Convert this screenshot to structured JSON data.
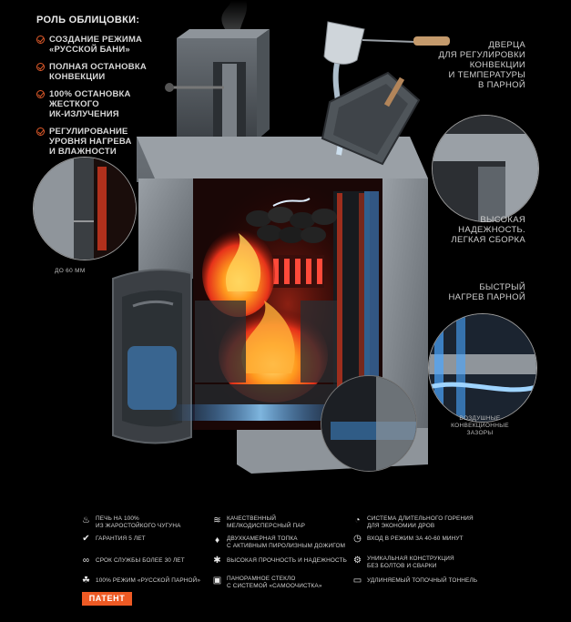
{
  "heading": "РОЛЬ ОБЛИЦОВКИ:",
  "roles": [
    "СОЗДАНИЕ РЕЖИМА\n«РУССКОЙ БАНИ»",
    "ПОЛНАЯ ОСТАНОВКА\nКОНВЕКЦИИ",
    "100% ОСТАНОВКА\nЖЕСТКОГО\nИК-ИЗЛУЧЕНИЯ",
    "РЕГУЛИРОВАНИЕ\nУРОВНЯ НАГРЕВА\nИ ВЛАЖНОСТИ"
  ],
  "callouts": {
    "door": "ДВЕРЦА\nДЛЯ РЕГУЛИРОВКИ\nКОНВЕКЦИИ\nИ ТЕМПЕРАТУРЫ\nВ ПАРНОЙ",
    "reliability": "ВЫСОКАЯ\nНАДЕЖНОСТЬ.\nЛЕГКАЯ СБОРКА",
    "heating": "БЫСТРЫЙ\nНАГРЕВ ПАРНОЙ",
    "gaps": "ВОЗДУШНЫЕ\nКОНВЕКЦИОННЫЕ\nЗАЗОРЫ",
    "thickness": "ДО 60 ММ"
  },
  "features": [
    {
      "icon": "iron-stove-icon",
      "glyph": "♨",
      "text": "ПЕЧЬ НА 100%\nИЗ ЖАРОСТОЙКОГО ЧУГУНА"
    },
    {
      "icon": "warranty-icon",
      "glyph": "✔",
      "text": "ГАРАНТИЯ 5 ЛЕТ"
    },
    {
      "icon": "lifetime-icon",
      "glyph": "∞",
      "text": "СРОК СЛУЖБЫ БОЛЕЕ 30 ЛЕТ"
    },
    {
      "icon": "russian-steam-icon",
      "glyph": "☘",
      "text": "100% РЕЖИМ «РУССКОЙ ПАРНОЙ»"
    },
    {
      "icon": "fine-steam-icon",
      "glyph": "≋",
      "text": "КАЧЕСТВЕННЫЙ\nМЕЛКОДИСПЕРСНЫЙ ПАР"
    },
    {
      "icon": "double-chamber-icon",
      "glyph": "♦",
      "text": "ДВУХКАМЕРНАЯ ТОПКА\nС АКТИВНЫМ ПИРОЛИЗНЫМ ДОЖИГОМ"
    },
    {
      "icon": "strength-icon",
      "glyph": "✱",
      "text": "ВЫСОКАЯ ПРОЧНОСТЬ И НАДЕЖНОСТЬ"
    },
    {
      "icon": "glass-icon",
      "glyph": "▣",
      "text": "ПАНОРАМНОЕ СТЕКЛО\nС СИСТЕМОЙ «САМООЧИСТКА»"
    },
    {
      "icon": "long-burn-icon",
      "glyph": "◔",
      "text": "СИСТЕМА ДЛИТЕЛЬНОГО ГОРЕНИЯ\nДЛЯ ЭКОНОМИИ ДРОВ"
    },
    {
      "icon": "timer-icon",
      "glyph": "◷",
      "text": "ВХОД В РЕЖИМ ЗА 40-60 МИНУТ"
    },
    {
      "icon": "no-bolts-icon",
      "glyph": "⚙",
      "text": "УНИКАЛЬНАЯ КОНСТРУКЦИЯ\nБЕЗ БОЛТОВ И СВАРКИ"
    },
    {
      "icon": "tunnel-icon",
      "glyph": "▭",
      "text": "УДЛИНЯЕМЫЙ ТОПОЧНЫЙ ТОННЕЛЬ"
    }
  ],
  "patent": "ПАТЕНТ"
}
